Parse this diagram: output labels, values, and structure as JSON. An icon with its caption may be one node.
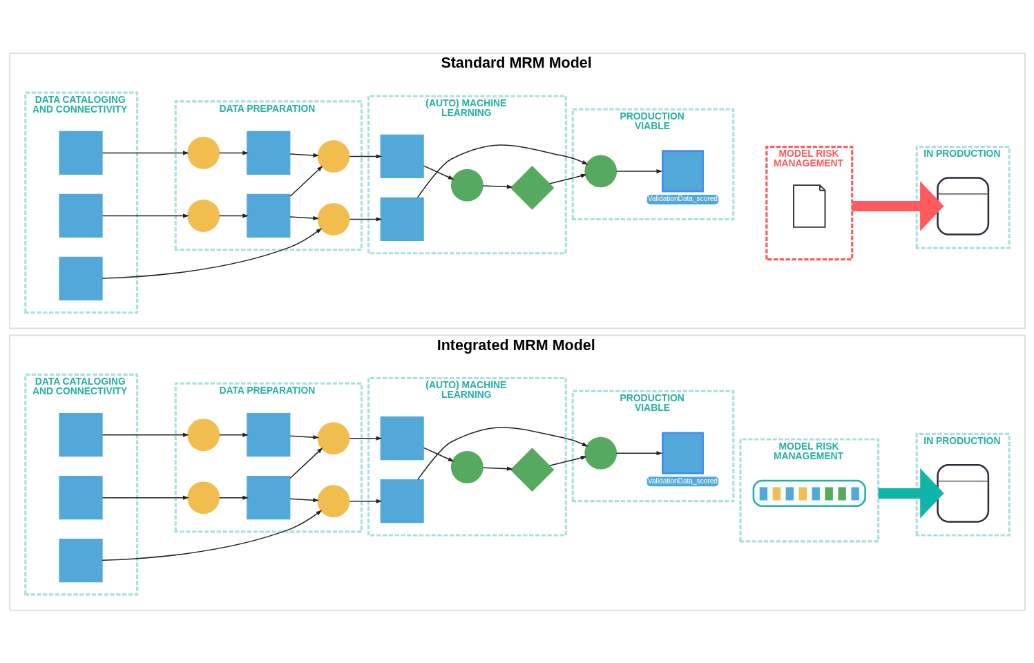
{
  "diagram": {
    "nodes": [
      {
        "text": [
          "Standard MRM Model"
        ]
      },
      {
        "text": [
          "DATA CATALOGING AND CONNECTIVITY"
        ],
        "in": 0
      },
      {
        "text": [
          "DATA PREPARATION"
        ],
        "in": 0
      },
      {
        "text": [
          "(AUTO) MACHINE LEARNING"
        ],
        "in": 0
      },
      {
        "text": [
          "PRODUCTION VIABLE"
        ],
        "in": 0
      },
      {
        "text": [
          "MODEL RISK MANAGEMENT"
        ],
        "in": 0
      },
      {
        "text": [
          "IN PRODUCTION"
        ],
        "in": 0
      },
      {
        "text": [],
        "shape": "box",
        "in": 1
      },
      {
        "text": [],
        "shape": "box",
        "in": 1
      },
      {
        "text": [],
        "shape": "box",
        "in": 1
      },
      {
        "text": [],
        "shape": "circle",
        "in": 2
      },
      {
        "text": [],
        "shape": "circle",
        "in": 2
      },
      {
        "text": [],
        "shape": "box",
        "in": 2
      },
      {
        "text": [],
        "shape": "box",
        "in": 2
      },
      {
        "text": [],
        "shape": "circle",
        "in": 2
      },
      {
        "text": [],
        "shape": "circle",
        "in": 2
      },
      {
        "text": [],
        "shape": "box",
        "in": 3
      },
      {
        "text": [],
        "shape": "box",
        "in": 3
      },
      {
        "text": [],
        "shape": "circle",
        "in": 3
      },
      {
        "text": [],
        "shape": "diamond",
        "in": 3
      },
      {
        "text": [],
        "shape": "circle",
        "in": 4
      },
      {
        "text": [
          "ValidationData_scored"
        ],
        "in": 4
      },
      {
        "text": [],
        "shape": "picture",
        "in": 5
      },
      {
        "text": [],
        "shape": "picture",
        "in": 6
      },
      {
        "text": [
          "Integrated MRM Model"
        ]
      },
      {
        "text": [
          "DATA CATALOGING AND CONNECTIVITY"
        ],
        "in": 24
      },
      {
        "text": [
          "DATA PREPARATION"
        ],
        "in": 24
      },
      {
        "text": [
          "(AUTO) MACHINE LEARNING"
        ],
        "in": 24
      },
      {
        "text": [
          "PRODUCTION VIABLE"
        ],
        "in": 24
      },
      {
        "text": [
          "MODEL RISK MANAGEMENT"
        ],
        "in": 24
      },
      {
        "text": [
          "IN PRODUCTION"
        ],
        "in": 24
      },
      {
        "text": [],
        "shape": "box",
        "in": 25
      },
      {
        "text": [],
        "shape": "box",
        "in": 25
      },
      {
        "text": [],
        "shape": "box",
        "in": 25
      },
      {
        "text": [],
        "shape": "circle",
        "in": 26
      },
      {
        "text": [],
        "shape": "circle",
        "in": 26
      },
      {
        "text": [],
        "shape": "box",
        "in": 26
      },
      {
        "text": [],
        "shape": "box",
        "in": 26
      },
      {
        "text": [],
        "shape": "circle",
        "in": 26
      },
      {
        "text": [],
        "shape": "circle",
        "in": 26
      },
      {
        "text": [],
        "shape": "box",
        "in": 27
      },
      {
        "text": [],
        "shape": "box",
        "in": 27
      },
      {
        "text": [],
        "shape": "circle",
        "in": 27
      },
      {
        "text": [],
        "shape": "diamond",
        "in": 27
      },
      {
        "text": [],
        "shape": "circle",
        "in": 28
      },
      {
        "text": [
          "ValidationData_scored"
        ],
        "in": 28
      },
      {
        "text": [],
        "shape": "picture",
        "in": 29
      },
      {
        "text": [],
        "shape": "picture",
        "in": 30
      }
    ],
    "edges": [
      {
        "from": 7,
        "to": 10,
        "arrow": "to"
      },
      {
        "from": 10,
        "to": 12,
        "arrow": "to"
      },
      {
        "from": 8,
        "to": 11,
        "arrow": "to"
      },
      {
        "from": 11,
        "to": 13,
        "arrow": "to"
      },
      {
        "from": 12,
        "to": 14,
        "arrow": "to"
      },
      {
        "from": 13,
        "to": 14,
        "arrow": "to"
      },
      {
        "from": 13,
        "to": 15,
        "arrow": "to"
      },
      {
        "from": 9,
        "to": 15,
        "arrow": "to"
      },
      {
        "from": 14,
        "to": 16,
        "arrow": "to"
      },
      {
        "from": 15,
        "to": 17,
        "arrow": "to"
      },
      {
        "from": 16,
        "to": 18,
        "arrow": "to"
      },
      {
        "from": 18,
        "to": 19,
        "arrow": "to"
      },
      {
        "from": 19,
        "to": 20,
        "arrow": "to"
      },
      {
        "from": 17,
        "to": 20,
        "arrow": "to"
      },
      {
        "from": 20,
        "to": 21,
        "arrow": "to"
      },
      {
        "from": 5,
        "to": 23,
        "arrow": "to",
        "style": "thick",
        "color": "#ff5a5f"
      },
      {
        "from": 31,
        "to": 34,
        "arrow": "to"
      },
      {
        "from": 34,
        "to": 36,
        "arrow": "to"
      },
      {
        "from": 32,
        "to": 35,
        "arrow": "to"
      },
      {
        "from": 35,
        "to": 37,
        "arrow": "to"
      },
      {
        "from": 36,
        "to": 38,
        "arrow": "to"
      },
      {
        "from": 37,
        "to": 38,
        "arrow": "to"
      },
      {
        "from": 37,
        "to": 39,
        "arrow": "to"
      },
      {
        "from": 33,
        "to": 39,
        "arrow": "to"
      },
      {
        "from": 38,
        "to": 40,
        "arrow": "to"
      },
      {
        "from": 39,
        "to": 41,
        "arrow": "to"
      },
      {
        "from": 40,
        "to": 42,
        "arrow": "to"
      },
      {
        "from": 42,
        "to": 43,
        "arrow": "to"
      },
      {
        "from": 43,
        "to": 44,
        "arrow": "to"
      },
      {
        "from": 41,
        "to": 44,
        "arrow": "to"
      },
      {
        "from": 44,
        "to": 45,
        "arrow": "to"
      },
      {
        "from": 29,
        "to": 47,
        "arrow": "to",
        "style": "thick",
        "color": "#0fb5a9"
      }
    ]
  }
}
